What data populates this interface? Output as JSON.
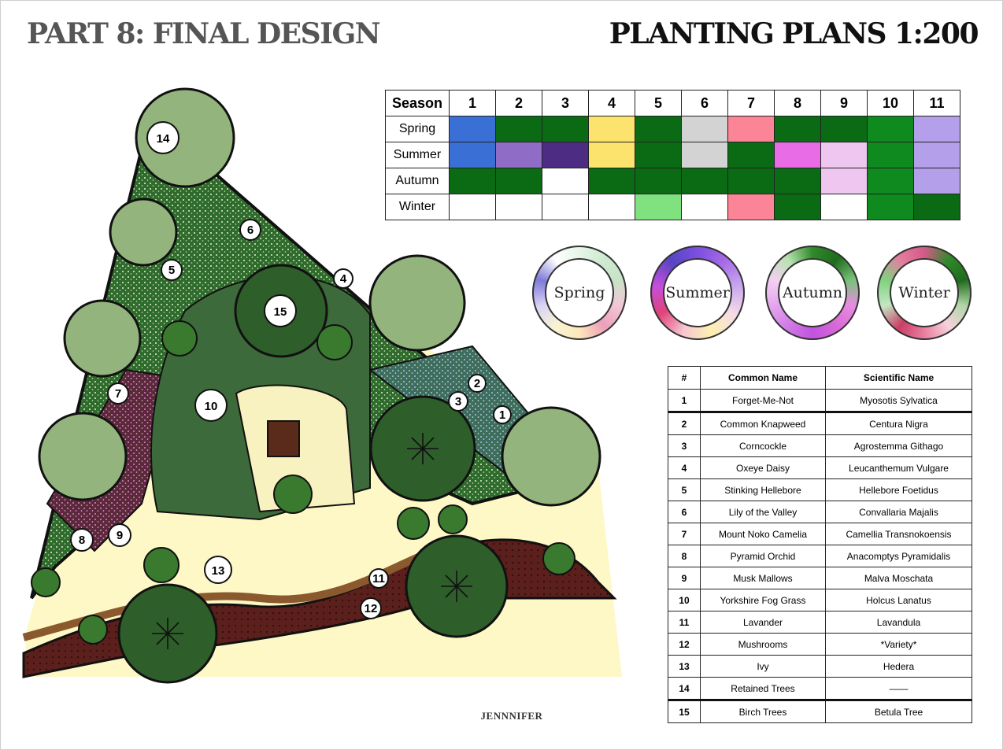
{
  "header": {
    "left_title": "PART 8: FINAL DESIGN",
    "right_title": "PLANTING PLANS 1:200"
  },
  "footer": {
    "author": "JENNNIFER"
  },
  "season_table": {
    "header_label": "Season",
    "columns": [
      "1",
      "2",
      "3",
      "4",
      "5",
      "6",
      "7",
      "8",
      "9",
      "10",
      "11"
    ],
    "rows": [
      {
        "season": "Spring",
        "colors": [
          "#3a6fd6",
          "#0b6b14",
          "#0b6b14",
          "#fbe36d",
          "#0b6b14",
          "#d3d3d3",
          "#fb8497",
          "#0b6b14",
          "#0b6b14",
          "#0e8a1f",
          "#b4a0ea"
        ]
      },
      {
        "season": "Summer",
        "colors": [
          "#3a6fd6",
          "#8f6dc6",
          "#4d2d84",
          "#fbe36d",
          "#0b6b14",
          "#d3d3d3",
          "#0b6b14",
          "#e86ce6",
          "#efc6f0",
          "#0e8a1f",
          "#b4a0ea"
        ]
      },
      {
        "season": "Autumn",
        "colors": [
          "#0b6b14",
          "#0b6b14",
          "#ffffff",
          "#0b6b14",
          "#0b6b14",
          "#0b6b14",
          "#0b6b14",
          "#0b6b14",
          "#efc6f0",
          "#0e8a1f",
          "#b4a0ea"
        ]
      },
      {
        "season": "Winter",
        "colors": [
          "#ffffff",
          "#ffffff",
          "#ffffff",
          "#ffffff",
          "#7fe27f",
          "#ffffff",
          "#fb8497",
          "#0b6b14",
          "#ffffff",
          "#0e8a1f",
          "#0b6b14"
        ]
      }
    ]
  },
  "season_rings": [
    {
      "label": "Spring",
      "gradient": "conic-gradient(#e6f5e8,#cdebd0,#c8e2c8,#f3c7d6,#ec9fbb,#fde8b8,#f8f3d4,#d8d2f5,#7e7ad9,#ffffff,#e6f5e8)"
    },
    {
      "label": "Summer",
      "gradient": "conic-gradient(#7c4fe0,#a66ae6,#c7a6ee,#f4dbe6,#fdf0b0,#f7c7d2,#e0437a,#c44fdc,#5545c2,#7c4fe0)"
    },
    {
      "label": "Autumn",
      "gradient": "conic-gradient(#2f8a2a,#1f6b1d,#7ac27a,#e98be2,#d86ad6,#c252e0,#d07ae6,#e5a6ee,#f4d0f2,#b8e2b0,#2f8a2a)"
    },
    {
      "label": "Winter",
      "gradient": "conic-gradient(#d45a88,#2f8a2a,#1f6b1d,#b0d6a7,#f7d2dc,#ea7ea0,#cb3d66,#c3e6c3,#7fd27f,#e47ea0,#d45a88)"
    }
  ],
  "plant_table": {
    "headers": [
      "#",
      "Common Name",
      "Scientific Name"
    ],
    "rows": [
      {
        "num": "1",
        "common": "Forget-Me-Not",
        "scientific": "Myosotis Sylvatica"
      },
      {
        "num": "2",
        "common": "Common Knapweed",
        "scientific": "Centura Nigra"
      },
      {
        "num": "3",
        "common": "Corncockle",
        "scientific": "Agrostemma Githago"
      },
      {
        "num": "4",
        "common": "Oxeye Daisy",
        "scientific": "Leucanthemum Vulgare"
      },
      {
        "num": "5",
        "common": "Stinking Hellebore",
        "scientific": "Hellebore Foetidus"
      },
      {
        "num": "6",
        "common": "Lily of the Valley",
        "scientific": "Convallaria Majalis"
      },
      {
        "num": "7",
        "common": "Mount Noko Camelia",
        "scientific": "Camellia Transnokoensis"
      },
      {
        "num": "8",
        "common": "Pyramid Orchid",
        "scientific": "Anacomptys Pyramidalis"
      },
      {
        "num": "9",
        "common": "Musk Mallows",
        "scientific": "Malva Moschata"
      },
      {
        "num": "10",
        "common": "Yorkshire Fog Grass",
        "scientific": "Holcus Lanatus"
      },
      {
        "num": "11",
        "common": "Lavander",
        "scientific": "Lavandula"
      },
      {
        "num": "12",
        "common": "Mushrooms",
        "scientific": "*Variety*"
      },
      {
        "num": "13",
        "common": "Ivy",
        "scientific": "Hedera"
      },
      {
        "num": "14",
        "common": "Retained Trees",
        "scientific": "——"
      },
      {
        "num": "15",
        "common": "Birch Trees",
        "scientific": "Betula Tree"
      }
    ]
  },
  "plan_labels": [
    "14",
    "6",
    "5",
    "4",
    "15",
    "7",
    "10",
    "3",
    "2",
    "1",
    "8",
    "9",
    "13",
    "11",
    "12"
  ]
}
